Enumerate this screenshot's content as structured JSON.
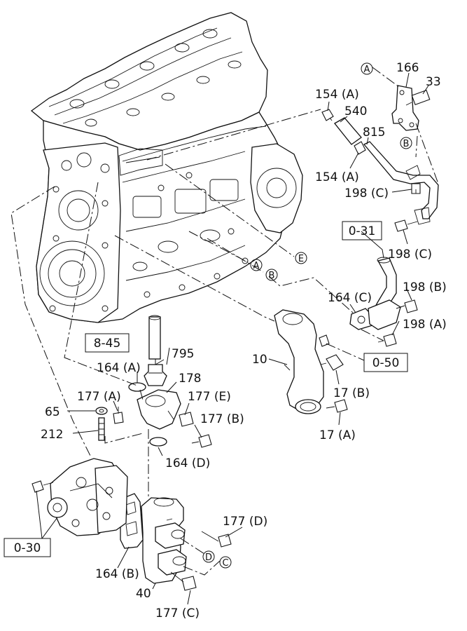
{
  "callouts": {
    "p154a_top": "154 (A)",
    "p540": "540",
    "p166": "166",
    "p33": "33",
    "p815": "815",
    "p154a_bot": "154 (A)",
    "p198c_top": "198 (C)",
    "p198c_bot": "198 (C)",
    "p198b": "198 (B)",
    "p164c": "164 (C)",
    "p198a": "198 (A)",
    "p10": "10",
    "p17b": "17 (B)",
    "p17a": "17 (A)",
    "p795": "795",
    "p164a": "164 (A)",
    "p178": "178",
    "p177a": "177 (A)",
    "p177e": "177 (E)",
    "p177b": "177 (B)",
    "p65": "65",
    "p212": "212",
    "p164d": "164 (D)",
    "p177d": "177 (D)",
    "p164b": "164 (B)",
    "p40": "40",
    "p177c": "177 (C)"
  },
  "refs": {
    "r031": "0-31",
    "r845": "8-45",
    "r050": "0-50",
    "r030": "0-30"
  },
  "markers": {
    "A_top": "A",
    "B_right": "B",
    "A_mid": "A",
    "B_mid": "B",
    "E_mid": "E",
    "D_bot": "D",
    "C_bot": "C"
  }
}
